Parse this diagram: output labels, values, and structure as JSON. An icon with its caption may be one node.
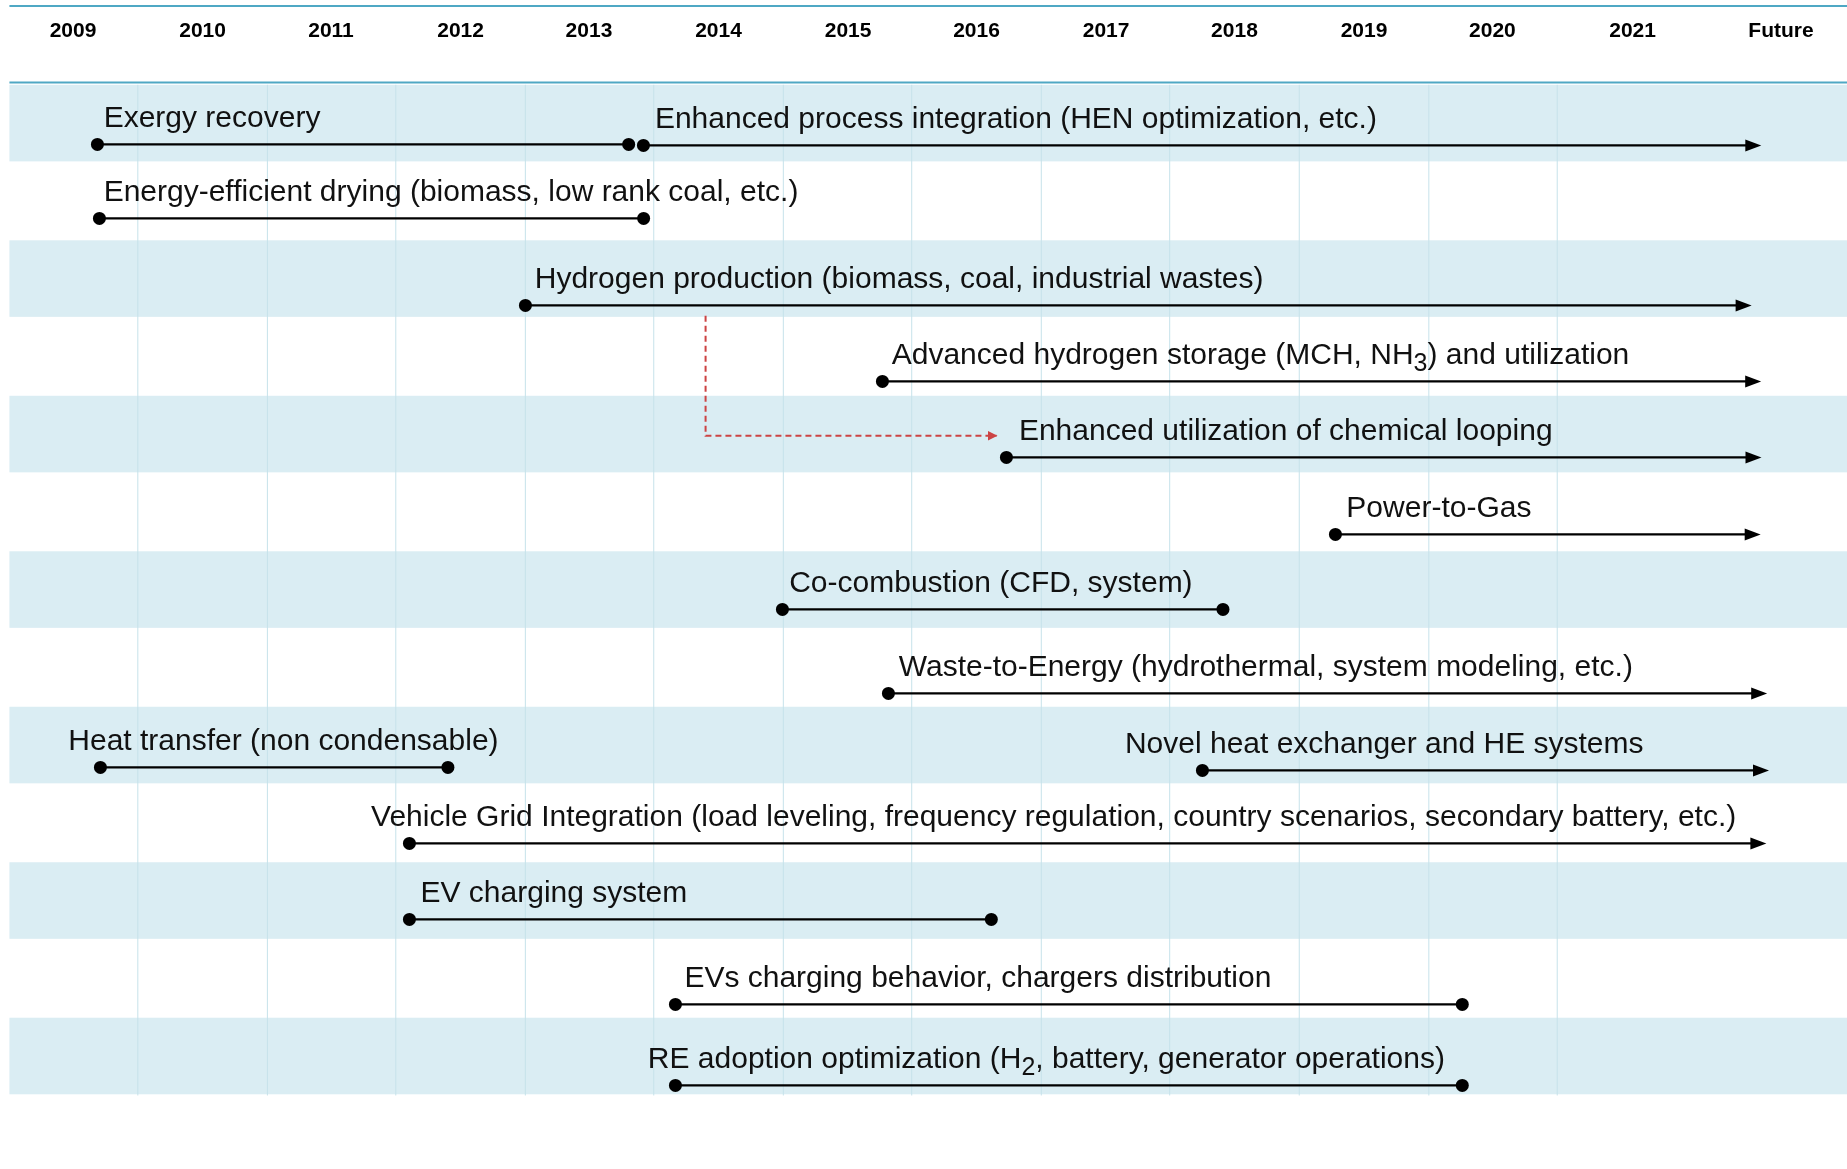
{
  "diagram": {
    "nodes": [
      {
        "text": [
          "Exergy recovery"
        ]
      },
      {
        "text": [
          "Enhanced process integration (HEN optimization, etc.)"
        ]
      },
      {
        "text": [
          "Energy-efficient drying (biomass, low rank coal, etc.)"
        ]
      },
      {
        "text": [
          "Hydrogen production (biomass, coal, industrial wastes)"
        ]
      },
      {
        "text": [
          "Advanced hydrogen storage (MCH, NH$_{3}$) and utilization"
        ]
      },
      {
        "text": [
          "Enhanced utilization of chemical looping"
        ]
      },
      {
        "text": [
          "Power-to-Gas"
        ]
      },
      {
        "text": [
          "Co-combustion (CFD, system)"
        ]
      },
      {
        "text": [
          "Waste-to-Energy (hydrothermal, system modeling, etc.)"
        ]
      },
      {
        "text": [
          "Heat transfer (non condensable)"
        ]
      },
      {
        "text": [
          "Novel heat exchanger and HE systems"
        ]
      },
      {
        "text": [
          "Vehicle Grid Integration (load leveling, frequency regulation, country scenarios, secondary battery, etc.)"
        ]
      },
      {
        "text": [
          "EV charging system"
        ]
      },
      {
        "text": [
          "EVs charging behavior, chargers distribution"
        ]
      },
      {
        "text": [
          "RE adoption optimization (H$_{2}$, battery, generator operations)"
        ]
      }
    ],
    "edges": [
      {
        "from": 3,
        "to": 5,
        "arrow": "to",
        "style": "dashed",
        "color": "#cc4444"
      }
    ],
    "labels": [
      "2009",
      "2010",
      "2011",
      "2012",
      "2013",
      "2014",
      "2015",
      "2016",
      "2017",
      "2018",
      "2019",
      "2020",
      "2021",
      "Future"
    ]
  }
}
